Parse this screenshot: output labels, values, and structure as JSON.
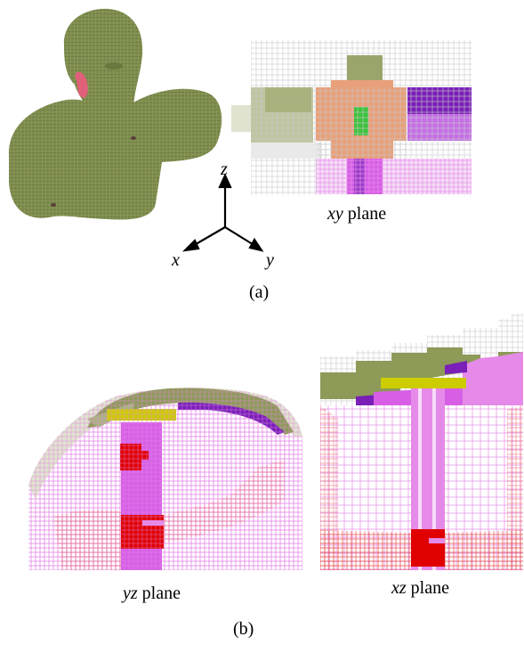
{
  "figure": {
    "panel_a": {
      "label": "(a)",
      "xy_caption_var": "xy",
      "xy_caption_word": "plane",
      "axes": {
        "z": "z",
        "x": "x",
        "y": "y"
      }
    },
    "panel_b": {
      "label": "(b)",
      "yz_caption_var": "yz",
      "yz_caption_word": "plane",
      "xz_caption_var": "xz",
      "xz_caption_word": "plane"
    }
  },
  "colors": {
    "body_green": "#7d8c4e",
    "body_green_light": "#a9b27f",
    "ear_red": "#e0607a",
    "grid_pink": "#e58ae8",
    "magenta": "#d75fe6",
    "purple": "#7a1fb8",
    "salmon": "#e8a07a",
    "yellow": "#cccc00",
    "red": "#e00000",
    "green_bright": "#3cc23c"
  }
}
